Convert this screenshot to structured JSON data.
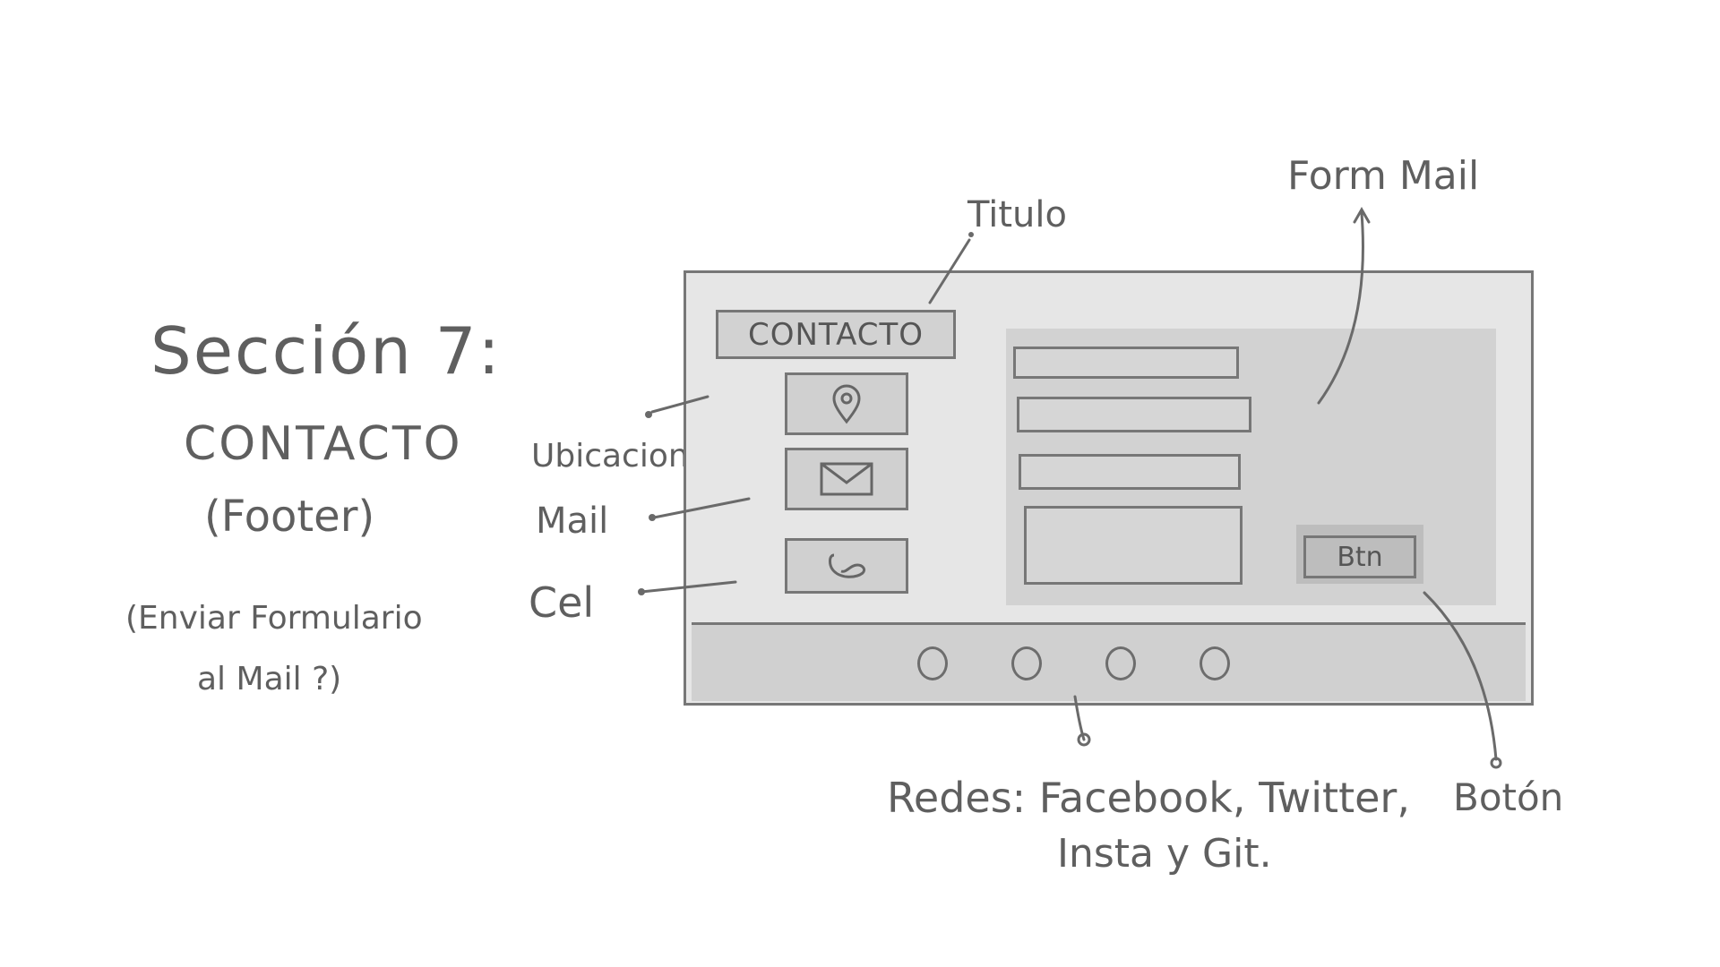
{
  "left_notes": {
    "section": "Sección 7:",
    "name": "CONTACTO",
    "footer": "(Footer)",
    "question_line1": "(Enviar Formulario",
    "question_line2": "al Mail ?)"
  },
  "labels": {
    "titulo": "Titulo",
    "ubicacion": "Ubicacion",
    "mail": "Mail",
    "cel": "Cel",
    "form_mail": "Form Mail",
    "boton": "Botón",
    "redes_line1": "Redes: Facebook, Twitter,",
    "redes_line2": "Insta y Git."
  },
  "wireframe": {
    "title": "CONTACTO",
    "button": "Btn",
    "icons": [
      "location-pin-icon",
      "envelope-icon",
      "phone-icon"
    ],
    "social_count": 4
  }
}
